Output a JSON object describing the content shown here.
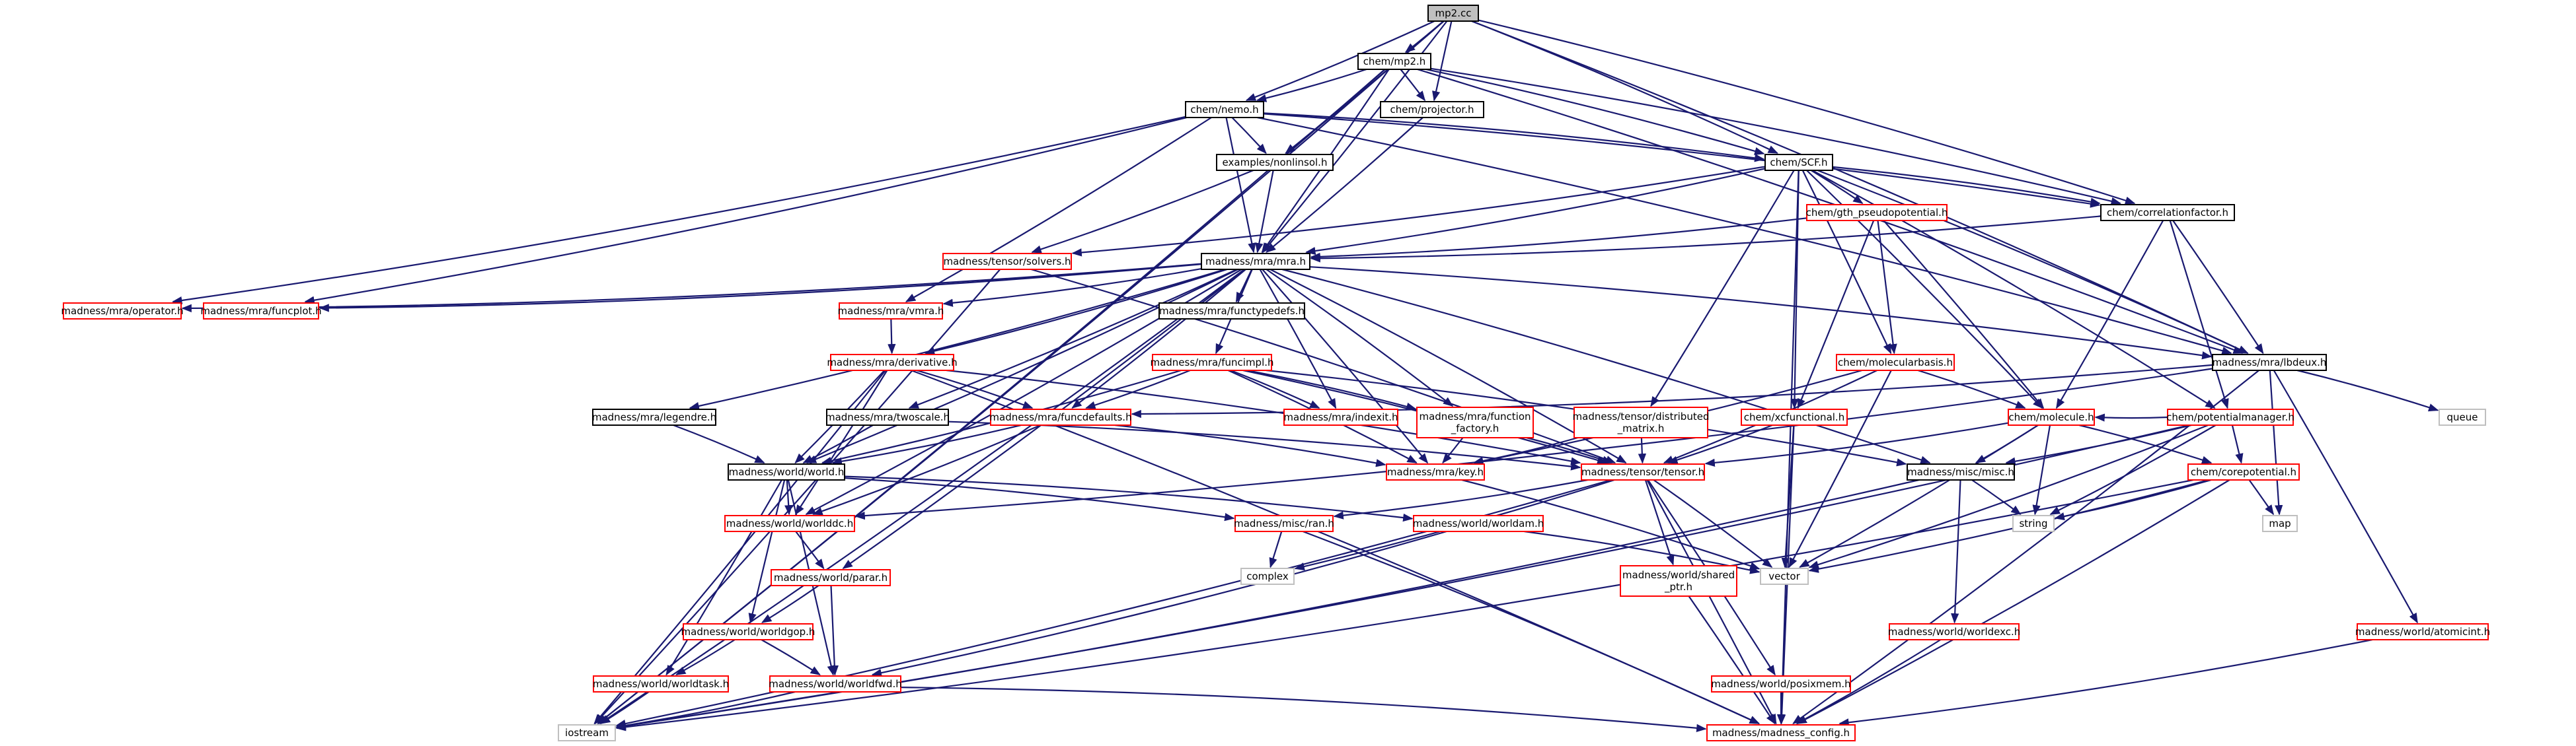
{
  "diagram": {
    "colors": {
      "root_fill": "#bfbfbf",
      "node_border_documented": "#000000",
      "node_border_undocumented": "#ff0000",
      "node_border_external": "#bfbfbf",
      "edge": "#191970",
      "text": "#000000"
    },
    "nodes": [
      {
        "id": "mp2_cc",
        "label": "mp2.cc",
        "kind": "root"
      },
      {
        "id": "chem_mp2_h",
        "label": "chem/mp2.h",
        "kind": "documented"
      },
      {
        "id": "chem_nemo_h",
        "label": "chem/nemo.h",
        "kind": "documented"
      },
      {
        "id": "chem_projector_h",
        "label": "chem/projector.h",
        "kind": "documented"
      },
      {
        "id": "examples_nonlinsol_h",
        "label": "examples/nonlinsol.h",
        "kind": "documented"
      },
      {
        "id": "chem_SCF_h",
        "label": "chem/SCF.h",
        "kind": "documented"
      },
      {
        "id": "chem_gth_pseudopotential_h",
        "label": "chem/gth_pseudopotential.h",
        "kind": "undocumented"
      },
      {
        "id": "chem_correlationfactor_h",
        "label": "chem/correlationfactor.h",
        "kind": "documented"
      },
      {
        "id": "madness_tensor_solvers_h",
        "label": "madness/tensor/solvers.h",
        "kind": "undocumented"
      },
      {
        "id": "madness_mra_mra_h",
        "label": "madness/mra/mra.h",
        "kind": "documented"
      },
      {
        "id": "madness_mra_operator_h",
        "label": "madness/mra/operator.h",
        "kind": "undocumented"
      },
      {
        "id": "madness_mra_funcplot_h",
        "label": "madness/mra/funcplot.h",
        "kind": "undocumented"
      },
      {
        "id": "madness_mra_vmra_h",
        "label": "madness/mra/vmra.h",
        "kind": "undocumented"
      },
      {
        "id": "madness_mra_functypedefs_h",
        "label": "madness/mra/functypedefs.h",
        "kind": "documented"
      },
      {
        "id": "madness_mra_lbdeux_h",
        "label": "madness/mra/lbdeux.h",
        "kind": "documented"
      },
      {
        "id": "madness_mra_derivative_h",
        "label": "madness/mra/derivative.h",
        "kind": "undocumented"
      },
      {
        "id": "madness_mra_funcimpl_h",
        "label": "madness/mra/funcimpl.h",
        "kind": "undocumented"
      },
      {
        "id": "chem_molecularbasis_h",
        "label": "chem/molecularbasis.h",
        "kind": "undocumented"
      },
      {
        "id": "madness_mra_legendre_h",
        "label": "madness/mra/legendre.h",
        "kind": "documented"
      },
      {
        "id": "madness_mra_twoscale_h",
        "label": "madness/mra/twoscale.h",
        "kind": "documented"
      },
      {
        "id": "madness_mra_funcdefaults_h",
        "label": "madness/mra/funcdefaults.h",
        "kind": "undocumented"
      },
      {
        "id": "madness_mra_indexit_h",
        "label": "madness/mra/indexit.h",
        "kind": "undocumented"
      },
      {
        "id": "madness_mra_function_factory_h",
        "label": [
          "madness/mra/function",
          "_factory.h"
        ],
        "kind": "undocumented"
      },
      {
        "id": "madness_tensor_distributed_matrix_h",
        "label": [
          "madness/tensor/distributed",
          "_matrix.h"
        ],
        "kind": "undocumented"
      },
      {
        "id": "chem_xcfunctional_h",
        "label": "chem/xcfunctional.h",
        "kind": "undocumented"
      },
      {
        "id": "chem_molecule_h",
        "label": "chem/molecule.h",
        "kind": "undocumented"
      },
      {
        "id": "chem_potentialmanager_h",
        "label": "chem/potentialmanager.h",
        "kind": "undocumented"
      },
      {
        "id": "queue",
        "label": "queue",
        "kind": "external"
      },
      {
        "id": "madness_world_world_h",
        "label": "madness/world/world.h",
        "kind": "documented"
      },
      {
        "id": "madness_mra_key_h",
        "label": "madness/mra/key.h",
        "kind": "undocumented"
      },
      {
        "id": "madness_tensor_tensor_h",
        "label": "madness/tensor/tensor.h",
        "kind": "undocumented"
      },
      {
        "id": "madness_misc_misc_h",
        "label": "madness/misc/misc.h",
        "kind": "documented"
      },
      {
        "id": "chem_corepotential_h",
        "label": "chem/corepotential.h",
        "kind": "undocumented"
      },
      {
        "id": "madness_world_worlddc_h",
        "label": "madness/world/worlddc.h",
        "kind": "undocumented"
      },
      {
        "id": "madness_misc_ran_h",
        "label": "madness/misc/ran.h",
        "kind": "undocumented"
      },
      {
        "id": "madness_world_worldam_h",
        "label": "madness/world/worldam.h",
        "kind": "undocumented"
      },
      {
        "id": "string",
        "label": "string",
        "kind": "external"
      },
      {
        "id": "map",
        "label": "map",
        "kind": "external"
      },
      {
        "id": "complex",
        "label": "complex",
        "kind": "external"
      },
      {
        "id": "vector",
        "label": "vector",
        "kind": "external"
      },
      {
        "id": "madness_world_parar_h",
        "label": "madness/world/parar.h",
        "kind": "undocumented"
      },
      {
        "id": "madness_world_shared_ptr_h",
        "label": [
          "madness/world/shared",
          "_ptr.h"
        ],
        "kind": "undocumented"
      },
      {
        "id": "madness_world_worldgop_h",
        "label": "madness/world/worldgop.h",
        "kind": "undocumented"
      },
      {
        "id": "madness_world_worldexc_h",
        "label": "madness/world/worldexc.h",
        "kind": "undocumented"
      },
      {
        "id": "madness_world_atomicint_h",
        "label": "madness/world/atomicint.h",
        "kind": "undocumented"
      },
      {
        "id": "madness_world_worldtask_h",
        "label": "madness/world/worldtask.h",
        "kind": "undocumented"
      },
      {
        "id": "madness_world_worldfwd_h",
        "label": "madness/world/worldfwd.h",
        "kind": "undocumented"
      },
      {
        "id": "madness_world_posixmem_h",
        "label": "madness/world/posixmem.h",
        "kind": "undocumented"
      },
      {
        "id": "iostream",
        "label": "iostream",
        "kind": "external"
      },
      {
        "id": "madness_madness_config_h",
        "label": "madness/madness_config.h",
        "kind": "undocumented"
      }
    ],
    "edges": [
      [
        "mp2_cc",
        "chem_mp2_h"
      ],
      [
        "mp2_cc",
        "chem_nemo_h"
      ],
      [
        "mp2_cc",
        "chem_projector_h"
      ],
      [
        "mp2_cc",
        "examples_nonlinsol_h"
      ],
      [
        "mp2_cc",
        "chem_SCF_h"
      ],
      [
        "mp2_cc",
        "chem_correlationfactor_h"
      ],
      [
        "mp2_cc",
        "madness_mra_mra_h"
      ],
      [
        "mp2_cc",
        "madness_mra_lbdeux_h"
      ],
      [
        "mp2_cc",
        "iostream"
      ],
      [
        "chem_mp2_h",
        "chem_nemo_h"
      ],
      [
        "chem_mp2_h",
        "chem_projector_h"
      ],
      [
        "chem_mp2_h",
        "examples_nonlinsol_h"
      ],
      [
        "chem_mp2_h",
        "chem_SCF_h"
      ],
      [
        "chem_mp2_h",
        "chem_correlationfactor_h"
      ],
      [
        "chem_mp2_h",
        "madness_mra_mra_h"
      ],
      [
        "chem_mp2_h",
        "madness_mra_lbdeux_h"
      ],
      [
        "chem_mp2_h",
        "iostream"
      ],
      [
        "chem_nemo_h",
        "examples_nonlinsol_h"
      ],
      [
        "chem_nemo_h",
        "chem_SCF_h"
      ],
      [
        "chem_nemo_h",
        "chem_correlationfactor_h"
      ],
      [
        "chem_nemo_h",
        "madness_mra_mra_h"
      ],
      [
        "chem_nemo_h",
        "madness_mra_operator_h"
      ],
      [
        "chem_nemo_h",
        "madness_mra_funcplot_h"
      ],
      [
        "chem_nemo_h",
        "madness_mra_vmra_h"
      ],
      [
        "chem_nemo_h",
        "madness_mra_lbdeux_h"
      ],
      [
        "chem_projector_h",
        "madness_mra_mra_h"
      ],
      [
        "examples_nonlinsol_h",
        "madness_tensor_solvers_h"
      ],
      [
        "examples_nonlinsol_h",
        "madness_mra_mra_h"
      ],
      [
        "chem_SCF_h",
        "chem_gth_pseudopotential_h"
      ],
      [
        "chem_SCF_h",
        "chem_correlationfactor_h"
      ],
      [
        "chem_SCF_h",
        "madness_tensor_solvers_h"
      ],
      [
        "chem_SCF_h",
        "madness_mra_mra_h"
      ],
      [
        "chem_SCF_h",
        "madness_mra_lbdeux_h"
      ],
      [
        "chem_SCF_h",
        "chem_molecularbasis_h"
      ],
      [
        "chem_SCF_h",
        "madness_tensor_distributed_matrix_h"
      ],
      [
        "chem_SCF_h",
        "chem_xcfunctional_h"
      ],
      [
        "chem_SCF_h",
        "chem_molecule_h"
      ],
      [
        "chem_SCF_h",
        "chem_potentialmanager_h"
      ],
      [
        "chem_SCF_h",
        "madness_madness_config_h"
      ],
      [
        "chem_gth_pseudopotential_h",
        "madness_mra_mra_h"
      ],
      [
        "chem_gth_pseudopotential_h",
        "chem_molecularbasis_h"
      ],
      [
        "chem_gth_pseudopotential_h",
        "chem_xcfunctional_h"
      ],
      [
        "chem_gth_pseudopotential_h",
        "chem_molecule_h"
      ],
      [
        "chem_correlationfactor_h",
        "madness_mra_mra_h"
      ],
      [
        "chem_correlationfactor_h",
        "madness_mra_lbdeux_h"
      ],
      [
        "chem_correlationfactor_h",
        "chem_molecule_h"
      ],
      [
        "chem_correlationfactor_h",
        "chem_potentialmanager_h"
      ],
      [
        "madness_tensor_solvers_h",
        "madness_tensor_tensor_h"
      ],
      [
        "madness_tensor_solvers_h",
        "iostream"
      ],
      [
        "madness_mra_mra_h",
        "madness_mra_operator_h"
      ],
      [
        "madness_mra_mra_h",
        "madness_mra_funcplot_h"
      ],
      [
        "madness_mra_mra_h",
        "madness_mra_vmra_h"
      ],
      [
        "madness_mra_mra_h",
        "madness_mra_functypedefs_h"
      ],
      [
        "madness_mra_mra_h",
        "madness_mra_lbdeux_h"
      ],
      [
        "madness_mra_mra_h",
        "madness_mra_derivative_h"
      ],
      [
        "madness_mra_mra_h",
        "madness_mra_funcimpl_h"
      ],
      [
        "madness_mra_mra_h",
        "madness_mra_legendre_h"
      ],
      [
        "madness_mra_mra_h",
        "madness_mra_twoscale_h"
      ],
      [
        "madness_mra_mra_h",
        "madness_mra_funcdefaults_h"
      ],
      [
        "madness_mra_mra_h",
        "madness_mra_indexit_h"
      ],
      [
        "madness_mra_mra_h",
        "madness_mra_function_factory_h"
      ],
      [
        "madness_mra_mra_h",
        "madness_world_world_h"
      ],
      [
        "madness_mra_mra_h",
        "madness_mra_key_h"
      ],
      [
        "madness_mra_mra_h",
        "madness_tensor_tensor_h"
      ],
      [
        "madness_mra_mra_h",
        "madness_misc_misc_h"
      ],
      [
        "madness_mra_mra_h",
        "madness_world_worlddc_h"
      ],
      [
        "madness_mra_mra_h",
        "madness_world_parar_h"
      ],
      [
        "madness_mra_mra_h",
        "iostream"
      ],
      [
        "madness_mra_vmra_h",
        "madness_mra_derivative_h"
      ],
      [
        "madness_mra_lbdeux_h",
        "madness_mra_funcdefaults_h"
      ],
      [
        "madness_mra_lbdeux_h",
        "queue"
      ],
      [
        "madness_mra_lbdeux_h",
        "map"
      ],
      [
        "madness_mra_lbdeux_h",
        "madness_world_atomicint_h"
      ],
      [
        "madness_mra_lbdeux_h",
        "madness_world_worlddc_h"
      ],
      [
        "madness_mra_lbdeux_h",
        "madness_madness_config_h"
      ],
      [
        "madness_mra_derivative_h",
        "madness_mra_funcdefaults_h"
      ],
      [
        "madness_mra_derivative_h",
        "madness_world_world_h"
      ],
      [
        "madness_mra_derivative_h",
        "madness_tensor_tensor_h"
      ],
      [
        "madness_mra_derivative_h",
        "madness_world_worlddc_h"
      ],
      [
        "madness_mra_derivative_h",
        "iostream"
      ],
      [
        "madness_mra_derivative_h",
        "madness_madness_config_h"
      ],
      [
        "madness_mra_funcimpl_h",
        "madness_mra_funcdefaults_h"
      ],
      [
        "madness_mra_funcimpl_h",
        "madness_mra_indexit_h"
      ],
      [
        "madness_mra_funcimpl_h",
        "madness_mra_function_factory_h"
      ],
      [
        "madness_mra_funcimpl_h",
        "madness_mra_key_h"
      ],
      [
        "madness_mra_funcimpl_h",
        "madness_tensor_tensor_h"
      ],
      [
        "madness_mra_funcimpl_h",
        "madness_misc_misc_h"
      ],
      [
        "madness_mra_funcimpl_h",
        "madness_world_world_h"
      ],
      [
        "chem_molecularbasis_h",
        "chem_molecule_h"
      ],
      [
        "chem_molecularbasis_h",
        "madness_tensor_tensor_h"
      ],
      [
        "chem_molecularbasis_h",
        "vector"
      ],
      [
        "chem_molecularbasis_h",
        "madness_mra_key_h"
      ],
      [
        "madness_mra_legendre_h",
        "madness_world_world_h"
      ],
      [
        "madness_mra_twoscale_h",
        "madness_world_world_h"
      ],
      [
        "madness_mra_twoscale_h",
        "madness_tensor_tensor_h"
      ],
      [
        "madness_mra_funcdefaults_h",
        "madness_world_world_h"
      ],
      [
        "madness_mra_funcdefaults_h",
        "madness_mra_key_h"
      ],
      [
        "madness_mra_funcdefaults_h",
        "madness_world_worlddc_h"
      ],
      [
        "madness_mra_function_factory_h",
        "madness_mra_key_h"
      ],
      [
        "madness_mra_function_factory_h",
        "madness_tensor_tensor_h"
      ],
      [
        "madness_tensor_distributed_matrix_h",
        "madness_tensor_tensor_h"
      ],
      [
        "madness_tensor_distributed_matrix_h",
        "madness_mra_key_h"
      ],
      [
        "chem_xcfunctional_h",
        "madness_tensor_tensor_h"
      ],
      [
        "chem_xcfunctional_h",
        "vector"
      ],
      [
        "chem_xcfunctional_h",
        "madness_madness_config_h"
      ],
      [
        "chem_molecule_h",
        "madness_tensor_tensor_h"
      ],
      [
        "chem_molecule_h",
        "madness_misc_misc_h"
      ],
      [
        "chem_molecule_h",
        "string"
      ],
      [
        "chem_molecule_h",
        "vector"
      ],
      [
        "chem_molecule_h",
        "chem_corepotential_h"
      ],
      [
        "chem_potentialmanager_h",
        "chem_molecule_h"
      ],
      [
        "chem_potentialmanager_h",
        "chem_corepotential_h"
      ],
      [
        "chem_potentialmanager_h",
        "madness_misc_misc_h"
      ],
      [
        "chem_potentialmanager_h",
        "string"
      ],
      [
        "chem_potentialmanager_h",
        "vector"
      ],
      [
        "chem_potentialmanager_h",
        "iostream"
      ],
      [
        "madness_world_world_h",
        "madness_world_worlddc_h"
      ],
      [
        "madness_world_world_h",
        "madness_world_worldam_h"
      ],
      [
        "madness_world_world_h",
        "madness_world_worldgop_h"
      ],
      [
        "madness_world_world_h",
        "madness_world_worldtask_h"
      ],
      [
        "madness_world_world_h",
        "madness_world_worldfwd_h"
      ],
      [
        "madness_world_world_h",
        "madness_misc_ran_h"
      ],
      [
        "madness_mra_key_h",
        "vector"
      ],
      [
        "madness_tensor_tensor_h",
        "madness_misc_ran_h"
      ],
      [
        "madness_tensor_tensor_h",
        "madness_world_shared_ptr_h"
      ],
      [
        "madness_tensor_tensor_h",
        "madness_world_posixmem_h"
      ],
      [
        "madness_tensor_tensor_h",
        "complex"
      ],
      [
        "madness_tensor_tensor_h",
        "vector"
      ],
      [
        "madness_tensor_tensor_h",
        "iostream"
      ],
      [
        "madness_tensor_tensor_h",
        "madness_madness_config_h"
      ],
      [
        "madness_misc_misc_h",
        "string"
      ],
      [
        "madness_misc_misc_h",
        "madness_world_worldexc_h"
      ],
      [
        "madness_misc_misc_h",
        "iostream"
      ],
      [
        "chem_corepotential_h",
        "string"
      ],
      [
        "chem_corepotential_h",
        "map"
      ],
      [
        "chem_corepotential_h",
        "vector"
      ],
      [
        "chem_corepotential_h",
        "madness_madness_config_h"
      ],
      [
        "chem_corepotential_h",
        "iostream"
      ],
      [
        "madness_world_worlddc_h",
        "madness_world_parar_h"
      ],
      [
        "madness_misc_ran_h",
        "complex"
      ],
      [
        "madness_misc_ran_h",
        "madness_madness_config_h"
      ],
      [
        "madness_world_worldam_h",
        "vector"
      ],
      [
        "madness_world_worldam_h",
        "madness_world_worldfwd_h"
      ],
      [
        "madness_world_parar_h",
        "madness_world_worldgop_h"
      ],
      [
        "madness_world_parar_h",
        "madness_world_worldfwd_h"
      ],
      [
        "madness_world_shared_ptr_h",
        "madness_madness_config_h"
      ],
      [
        "madness_world_worldgop_h",
        "madness_world_worldtask_h"
      ],
      [
        "madness_world_worldgop_h",
        "madness_world_worldfwd_h"
      ],
      [
        "madness_world_worldexc_h",
        "madness_madness_config_h"
      ],
      [
        "madness_world_atomicint_h",
        "madness_madness_config_h"
      ],
      [
        "madness_world_worldtask_h",
        "iostream"
      ],
      [
        "madness_world_worldfwd_h",
        "iostream"
      ],
      [
        "madness_world_worldfwd_h",
        "madness_madness_config_h"
      ],
      [
        "madness_world_posixmem_h",
        "madness_madness_config_h"
      ]
    ]
  }
}
